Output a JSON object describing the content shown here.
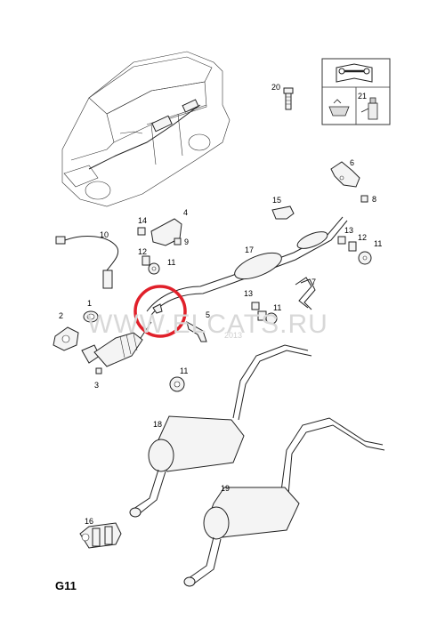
{
  "page_code": "G11",
  "watermark": "WWW.ELCATS.RU",
  "watermark_date": "2013",
  "callouts": {
    "p1": "1",
    "p2": "2",
    "p3": "3",
    "p4": "4",
    "p5": "5",
    "p6": "6",
    "p7": "7",
    "p8": "8",
    "p9": "9",
    "p10": "10",
    "p11a": "11",
    "p11b": "11",
    "p11c": "11",
    "p11d": "11",
    "p12a": "12",
    "p12b": "12",
    "p13a": "13",
    "p13b": "13",
    "p14": "14",
    "p15": "15",
    "p16": "16",
    "p17": "17",
    "p18": "18",
    "p19": "19",
    "p20": "20",
    "p21": "21"
  },
  "highlight_color": "#e0202a"
}
